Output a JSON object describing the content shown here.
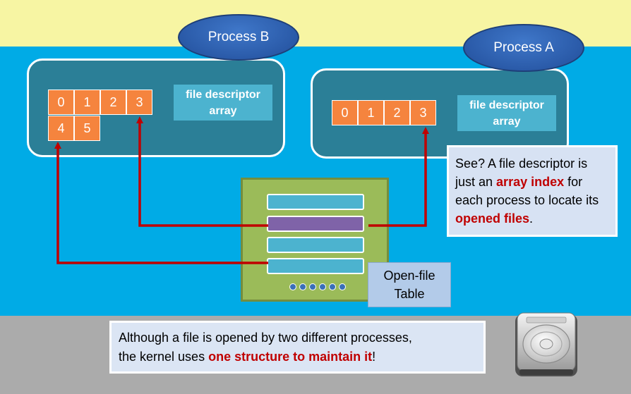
{
  "process_b": {
    "label": "Process B",
    "fd_cells": [
      "0",
      "1",
      "2",
      "3",
      "4",
      "5"
    ],
    "fd_label": "file descriptor\narray"
  },
  "process_a": {
    "label": "Process A",
    "fd_cells": [
      "0",
      "1",
      "2",
      "3"
    ],
    "fd_label": "file descriptor\narray"
  },
  "open_file_table": {
    "label": "Open-file\nTable"
  },
  "note": {
    "p1": "See?  A file descriptor is just an ",
    "h1": "array index",
    "p2": " for each process to locate its ",
    "h2": "opened files",
    "p3": "."
  },
  "bottom_note": {
    "p1": "Although a file is opened by two different processes,",
    "p2": "the kernel uses ",
    "h1": "one structure to maintain it",
    "p3": "!"
  },
  "colors": {
    "arrow": "#c00000",
    "fd_cell": "#f5843e",
    "process_box": "#2b7f97",
    "table": "#9bbb59",
    "highlight_slot": "#7f63a8"
  },
  "icons": {
    "disk": "hard-disk-icon"
  }
}
